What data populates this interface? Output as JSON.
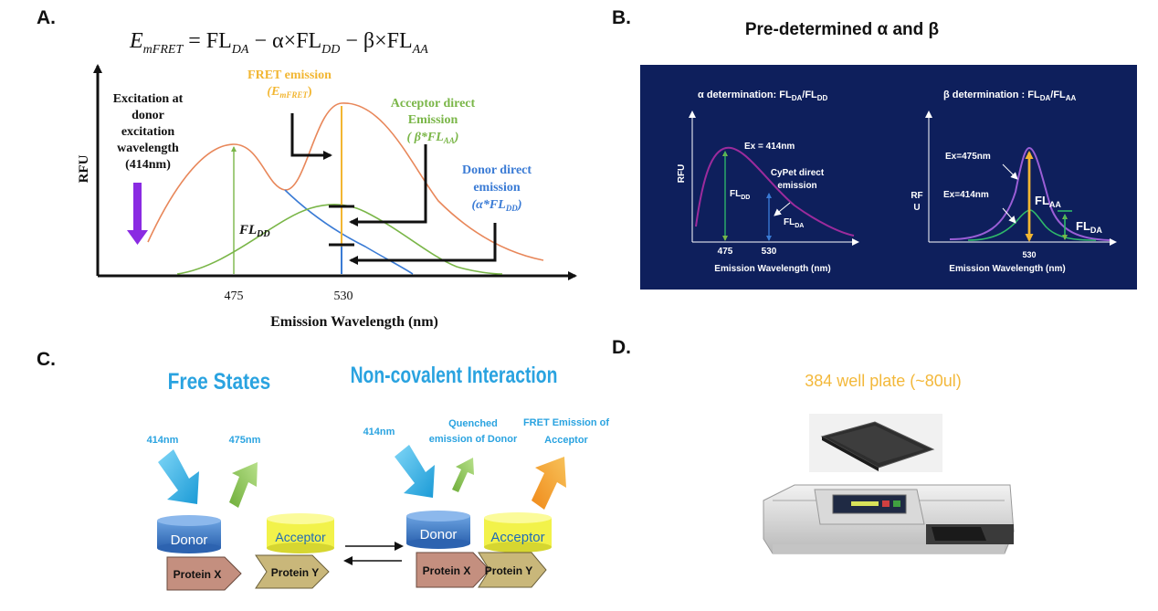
{
  "colors": {
    "donor_emission": "#e8875a",
    "fret_emission": "#f2b632",
    "acceptor_emission": "#7ab648",
    "donor_direct": "#3a7bd5",
    "excitation_arrow": "#8a2be2",
    "panel_b_bg": "#0e1f5c",
    "free_states_title": "#2aa3e0",
    "plate_label": "#f3b83a",
    "donor_cyl": "#3d7cc9",
    "acceptor_cyl": "#f2f24a",
    "protein_x": "#c48f7f",
    "protein_y": "#c9b77a"
  },
  "panels": {
    "a": {
      "letter": "A.",
      "equation": {
        "em": "E",
        "em_sub": "mFRET",
        "eq": " = FL",
        "fl1_sub": "DA",
        "minus_alpha": " − α×FL",
        "fl2_sub": "DD",
        "minus_beta": " − β×FL",
        "fl3_sub": "AA"
      },
      "y_axis_label": "RFU",
      "x_axis_label": "Emission Wavelength (nm)",
      "ticks": [
        "475",
        "530"
      ],
      "excitation_label": [
        "Excitation at",
        "donor",
        "excitation",
        "wavelength",
        "(414nm)"
      ],
      "fret_label": [
        "FRET emission",
        "(E",
        "mFRET",
        ")"
      ],
      "acceptor_label": [
        "Acceptor direct",
        "Emission",
        "( β*FL",
        "AA",
        ")"
      ],
      "donor_label": [
        "Donor direct",
        "emission",
        "(α*FL",
        "DD",
        ")"
      ],
      "fl_dd": [
        "FL",
        "DD"
      ]
    },
    "b": {
      "letter": "B.",
      "title": "Pre-determined α and β",
      "alpha_title": [
        "α  determination: FL",
        "DA",
        "/FL",
        "DD"
      ],
      "beta_title": [
        "β  determination : FL",
        "DA",
        "/FL",
        "AA"
      ],
      "left": {
        "y_label": "RFU",
        "ex_label": "Ex = 414nm",
        "cypet_label": [
          "CyPet direct",
          "emission"
        ],
        "fl_dd": [
          "FL",
          "DD"
        ],
        "fl_da": [
          "FL",
          "DA"
        ],
        "ticks": [
          "475",
          "530"
        ],
        "x_label": "Emission Wavelength (nm)"
      },
      "right": {
        "y_label": [
          "RF",
          "U"
        ],
        "ex1": "Ex=475nm",
        "ex2": "Ex=414nm",
        "fl_aa": [
          "FL",
          "AA"
        ],
        "fl_da": [
          "FL",
          "DA"
        ],
        "tick": "530",
        "x_label": "Emission Wavelength (nm)"
      }
    },
    "c": {
      "letter": "C.",
      "free_states": "Free States",
      "interaction": "Non-covalent Interaction",
      "nm414_a": "414nm",
      "nm475": "475nm",
      "nm414_b": "414nm",
      "quenched": [
        "Quenched",
        "emission of Donor"
      ],
      "fret_emission": [
        "FRET Emission of",
        "Acceptor"
      ],
      "donor": "Donor",
      "acceptor": "Acceptor",
      "protein_x": "Protein X",
      "protein_y": "Protein Y"
    },
    "d": {
      "letter": "D.",
      "plate_label": "384 well plate (~80ul)"
    }
  }
}
